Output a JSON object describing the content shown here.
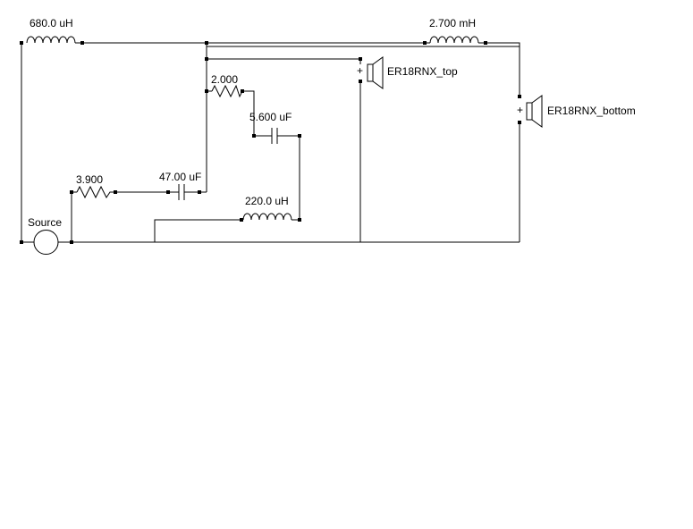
{
  "schematic": {
    "inductor_l1": "680.0 uH",
    "inductor_l2": "2.700 mH",
    "inductor_l3": "220.0 uH",
    "resistor_r1": "2.000",
    "resistor_r2": "3.900",
    "capacitor_c1": "5.600 uF",
    "capacitor_c2": "47.00 uF",
    "source": "Source",
    "speaker_top": "ER18RNX_top",
    "speaker_bottom": "ER18RNX_bottom",
    "polarity_plus": "+"
  }
}
